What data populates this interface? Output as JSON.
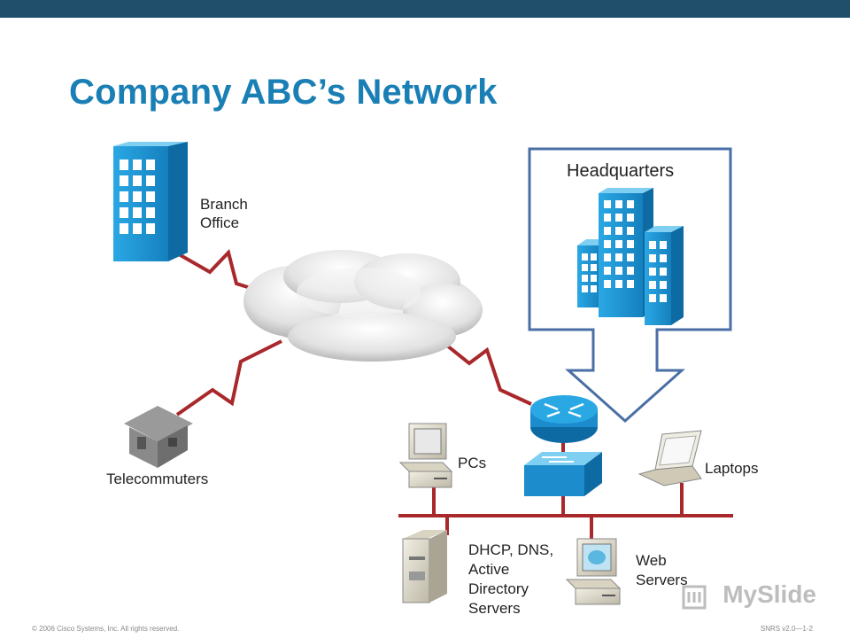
{
  "title": "Company ABC’s Network",
  "labels": {
    "branch_office_line1": "Branch",
    "branch_office_line2": "Office",
    "headquarters": "Headquarters",
    "telecommuters": "Telecommuters",
    "pcs": "PCs",
    "laptops": "Laptops",
    "servers_line1": "DHCP, DNS,",
    "servers_line2": "Active",
    "servers_line3": "Directory",
    "servers_line4": "Servers",
    "web_line1": "Web",
    "web_line2": "Servers"
  },
  "footer": {
    "copyright": "© 2006 Cisco Systems, Inc. All rights reserved.",
    "slide_ref": "SNRS v2.0—1-2"
  },
  "watermark": "MySlide",
  "colors": {
    "top_bar": "#1f4f6b",
    "title": "#1a7fb5",
    "wan_link": "#a8282b",
    "hq_outline": "#4a6fa5",
    "building": "#1c9ad6",
    "device": "#1c9ad6"
  },
  "icons": [
    "building-icon",
    "cloud-icon",
    "house-icon",
    "router-icon",
    "switch-icon",
    "pc-icon",
    "laptop-icon",
    "server-icon"
  ]
}
